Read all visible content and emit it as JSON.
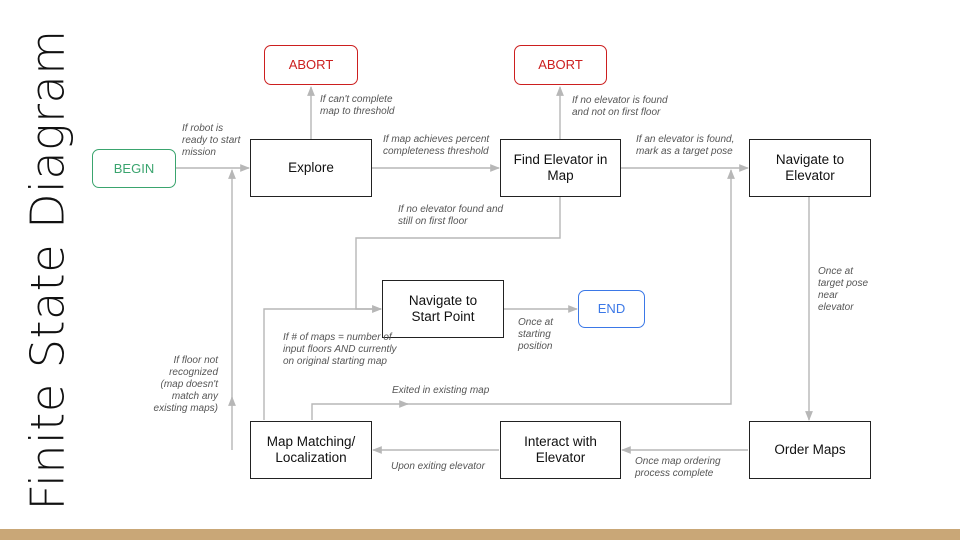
{
  "title": "Finite State Diagram",
  "colors": {
    "abort": "#cc1f1f",
    "begin": "#3aa46e",
    "end": "#3b78e7",
    "edge": "#b7b7b7",
    "footer": "#c9a777"
  },
  "states": {
    "abort_1": "ABORT",
    "abort_2": "ABORT",
    "begin": "BEGIN",
    "end": "END",
    "explore": "Explore",
    "find_elevator": "Find Elevator in Map",
    "navigate_elevator": "Navigate to Elevator",
    "navigate_start": "Navigate to Start Point",
    "map_matching": "Map Matching/ Localization",
    "interact_elevator": "Interact with Elevator",
    "order_maps": "Order Maps"
  },
  "transitions": {
    "begin_to_explore": "If robot is ready to start mission",
    "explore_to_abort": "If can't complete map to threshold",
    "explore_to_find": "If map achieves percent completeness threshold",
    "find_to_abort": "If no elevator is found and not on first floor",
    "find_to_navigate_elevator": "If an elevator is found, mark as a target pose",
    "find_to_navigate_start": "If no elevator found and still on first floor",
    "navigate_elevator_to_order": "Once at target pose near elevator",
    "navigate_start_to_end": "Once at starting position",
    "matching_to_navigate_start": "If # of maps = number of input floors AND currently on original starting map",
    "matching_to_explore": "If floor not recognized (map doesn't match any existing maps)",
    "matching_exit_existing": "Exited in existing map",
    "order_to_interact": "Once map ordering process complete",
    "interact_to_matching": "Upon exiting elevator"
  }
}
